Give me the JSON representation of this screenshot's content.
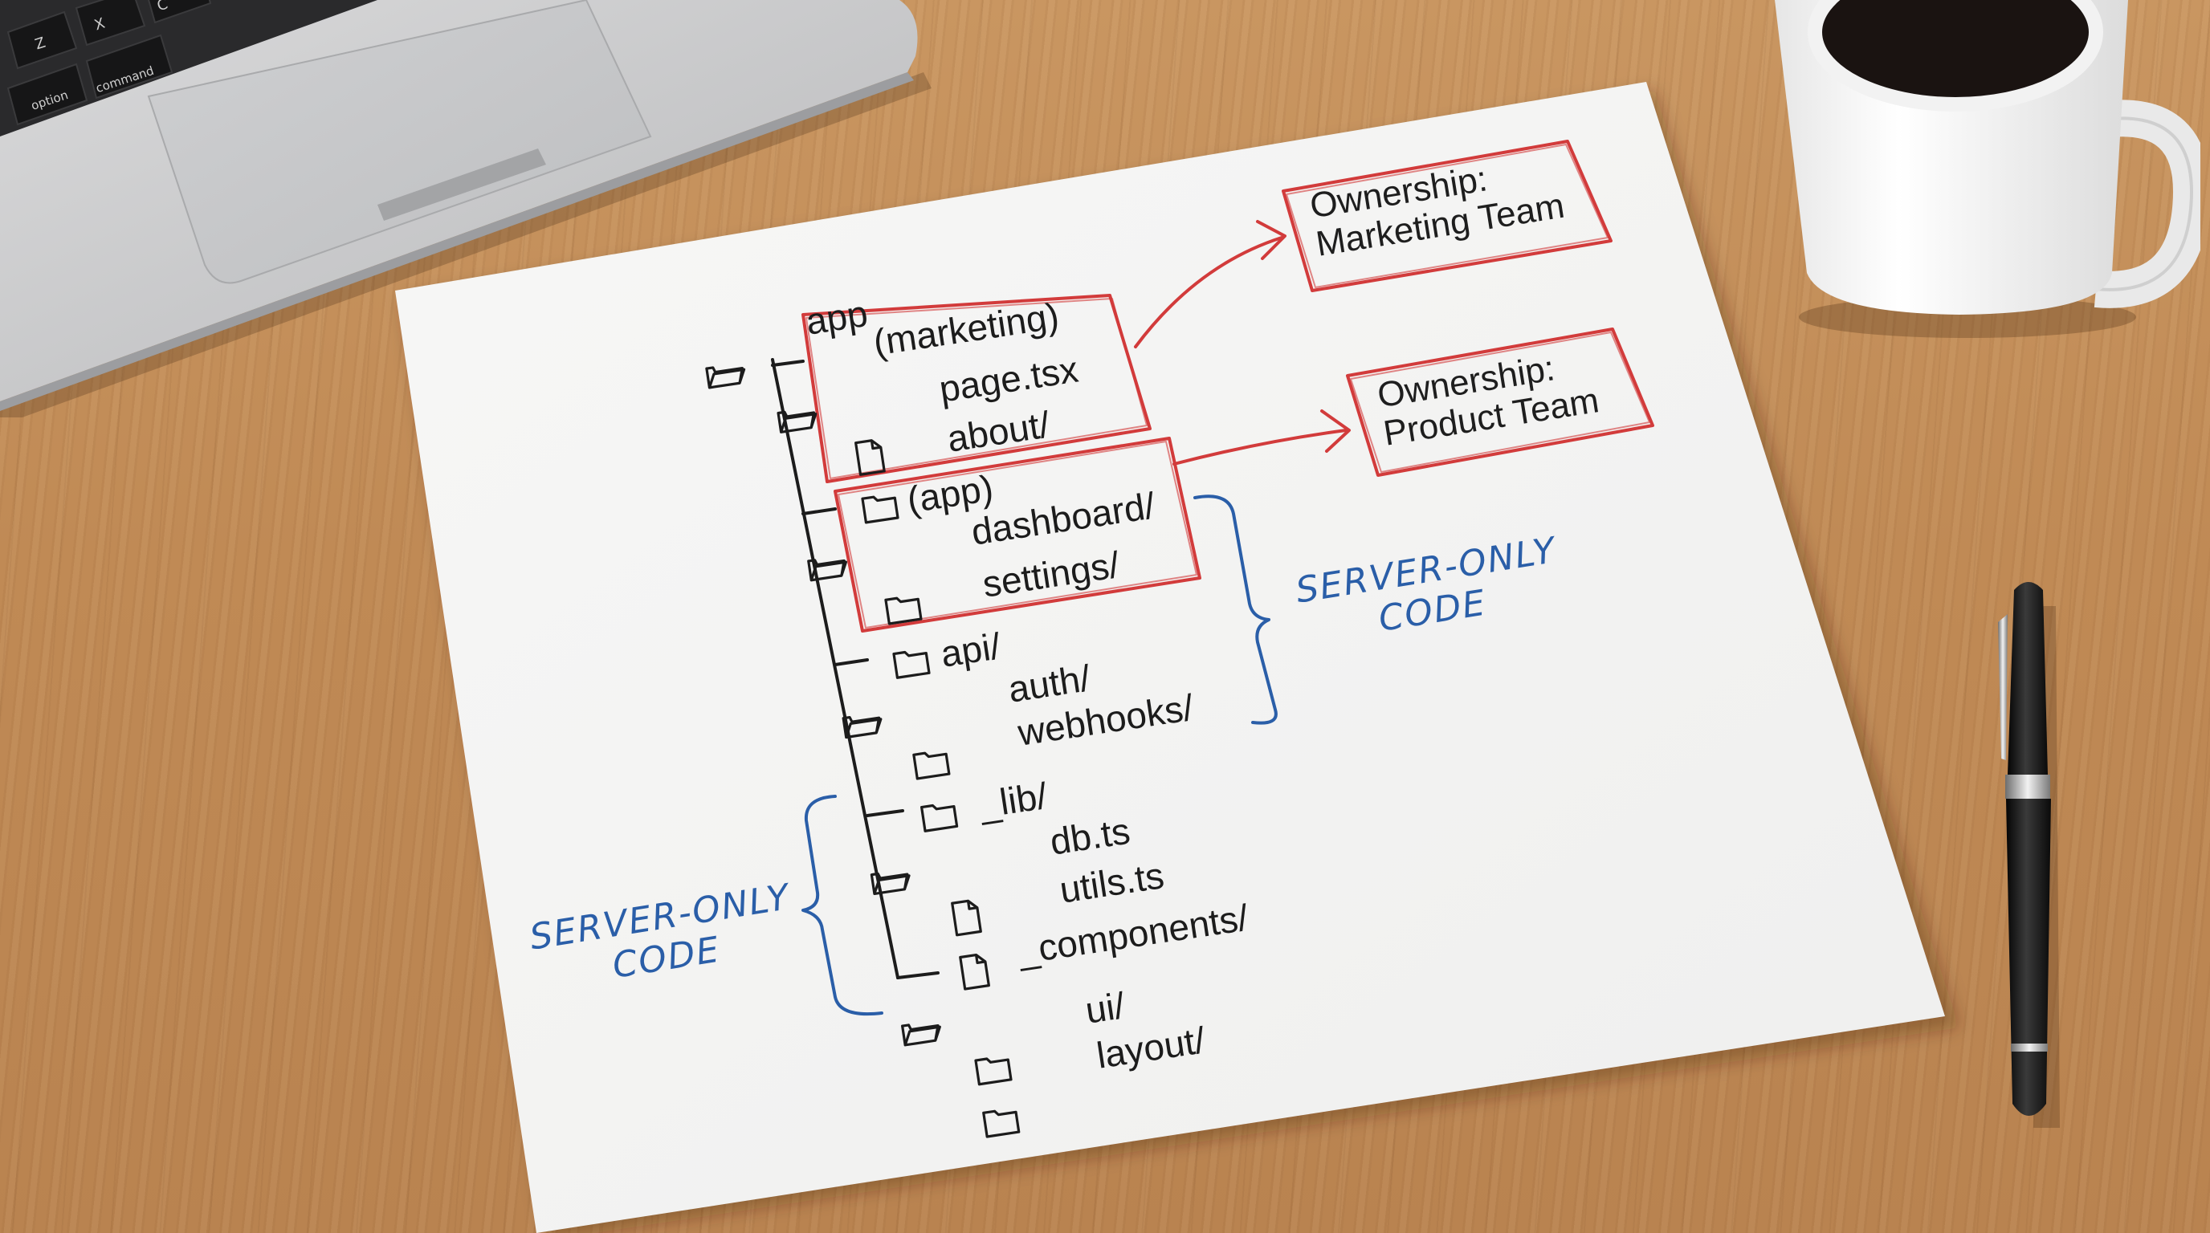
{
  "tree": {
    "root": "app",
    "marketing": "(marketing)",
    "page_tsx": "page.tsx",
    "about": "about/",
    "app_group": "(app)",
    "dashboard": "dashboard/",
    "settings": "settings/",
    "api": "api/",
    "auth": "auth/",
    "webhooks": "webhooks/",
    "lib": "_lib/",
    "db_ts": "db.ts",
    "utils_ts": "utils.ts",
    "components": "_components/",
    "ui": "ui/",
    "layout": "layout/"
  },
  "annotations": {
    "ownership_marketing_line1": "Ownership:",
    "ownership_marketing_line2": "Marketing Team",
    "ownership_product_line1": "Ownership:",
    "ownership_product_line2": "Product Team",
    "server_only_right_line1": "SERVER-ONLY",
    "server_only_right_line2": "CODE",
    "server_only_left_line1": "SERVER-ONLY",
    "server_only_left_line2": "CODE"
  },
  "keyboard": {
    "key_z": "Z",
    "key_x": "X",
    "key_c": "C",
    "key_option": "option",
    "key_command": "command"
  },
  "colors": {
    "red_ink": "#d23b3b",
    "blue_ink": "#2a5ea8",
    "tree_line": "#1c1c1c"
  }
}
